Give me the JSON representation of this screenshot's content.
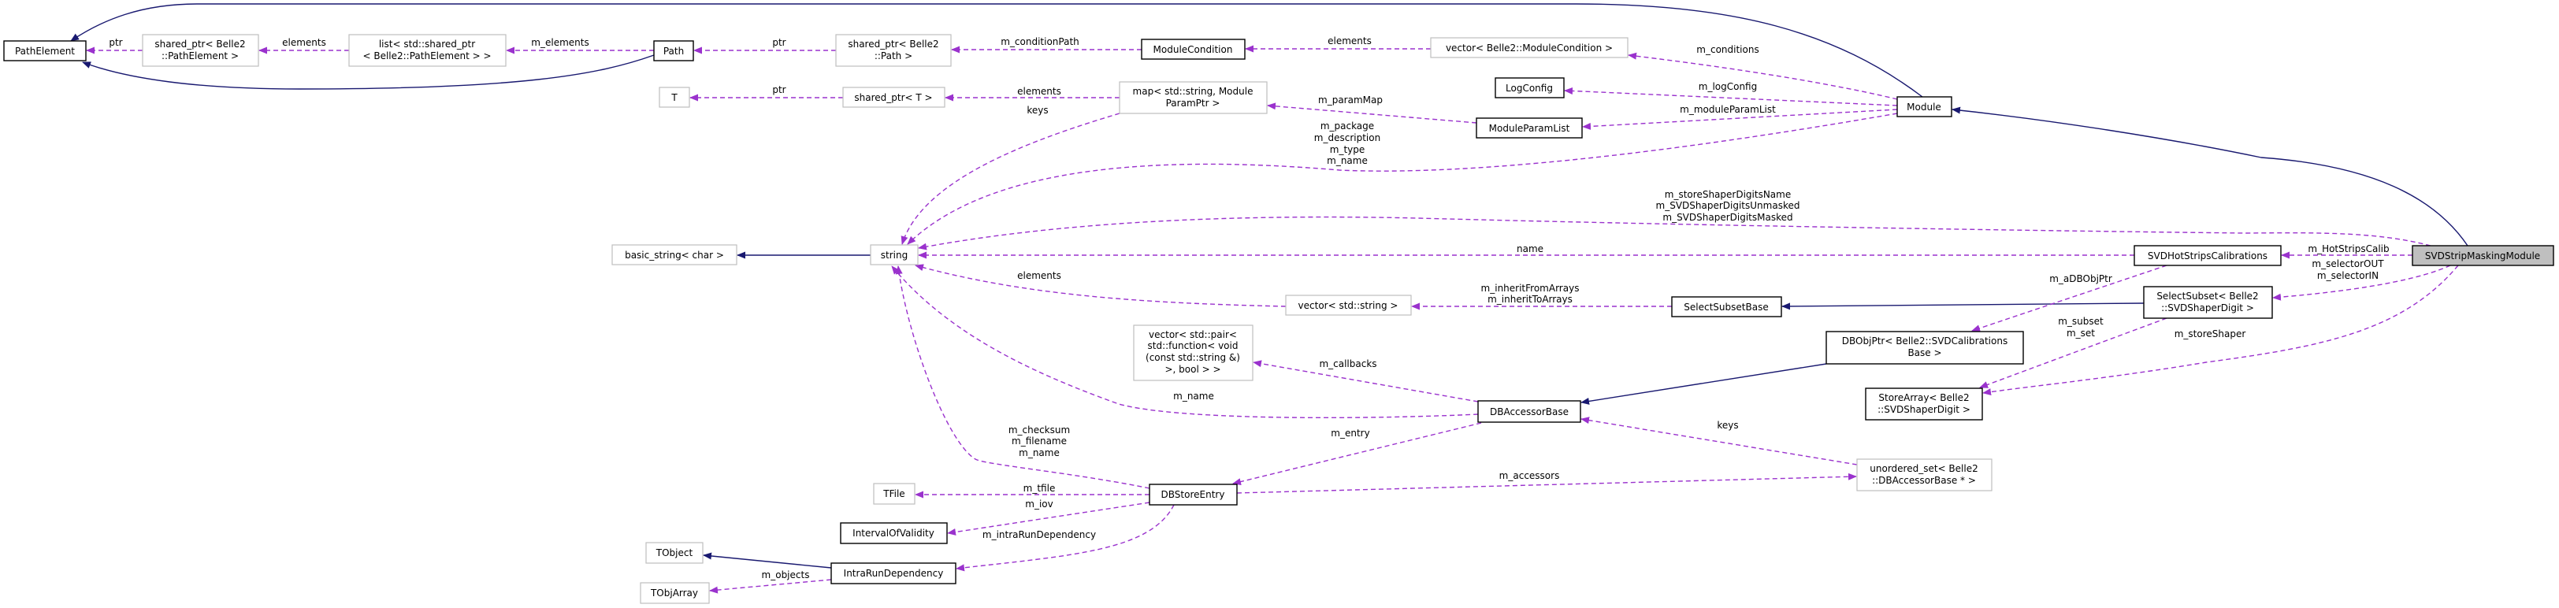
{
  "colors": {
    "inheritance_edge": "#191970",
    "usage_edge": "#9a32cd",
    "focus_node_fill": "#bfbfbf",
    "undocumented_border": "#bfbfbf"
  },
  "nodes": {
    "path_element": {
      "lines": [
        "PathElement"
      ]
    },
    "shared_ptr_pathelement": {
      "lines": [
        "shared_ptr< Belle2",
        "::PathElement >"
      ]
    },
    "list_shared_ptr": {
      "lines": [
        "list< std::shared_ptr",
        "< Belle2::PathElement > >"
      ]
    },
    "path": {
      "lines": [
        "Path"
      ]
    },
    "shared_ptr_path": {
      "lines": [
        "shared_ptr< Belle2",
        "::Path >"
      ]
    },
    "module_condition": {
      "lines": [
        "ModuleCondition"
      ]
    },
    "vector_module_condition": {
      "lines": [
        "vector< Belle2::ModuleCondition >"
      ]
    },
    "log_config": {
      "lines": [
        "LogConfig"
      ]
    },
    "t": {
      "lines": [
        "T"
      ]
    },
    "shared_ptr_t": {
      "lines": [
        "shared_ptr< T >"
      ]
    },
    "map_param": {
      "lines": [
        "map< std::string, Module",
        "ParamPtr >"
      ]
    },
    "module_param_list": {
      "lines": [
        "ModuleParamList"
      ]
    },
    "module": {
      "lines": [
        "Module"
      ]
    },
    "basic_string": {
      "lines": [
        "basic_string< char >"
      ]
    },
    "string": {
      "lines": [
        "string"
      ]
    },
    "svd_hot_strips": {
      "lines": [
        "SVDHotStripsCalibrations"
      ]
    },
    "svd_strip_masking": {
      "lines": [
        "SVDStripMaskingModule"
      ]
    },
    "select_subset": {
      "lines": [
        "SelectSubset< Belle2",
        "::SVDShaperDigit >"
      ]
    },
    "select_subset_base": {
      "lines": [
        "SelectSubsetBase"
      ]
    },
    "vector_string": {
      "lines": [
        "vector< std::string >"
      ]
    },
    "dbobjptr": {
      "lines": [
        "DBObjPtr< Belle2::SVDCalibrations",
        "Base >"
      ]
    },
    "store_array": {
      "lines": [
        "StoreArray< Belle2",
        "::SVDShaperDigit >"
      ]
    },
    "vector_pair": {
      "lines": [
        "vector< std::pair<",
        "std::function< void",
        "(const std::string &)",
        ">, bool > >"
      ]
    },
    "db_accessor_base": {
      "lines": [
        "DBAccessorBase"
      ]
    },
    "unordered_set": {
      "lines": [
        "unordered_set< Belle2",
        "::DBAccessorBase * >"
      ]
    },
    "db_store_entry": {
      "lines": [
        "DBStoreEntry"
      ]
    },
    "tfile": {
      "lines": [
        "TFile"
      ]
    },
    "interval_of_validity": {
      "lines": [
        "IntervalOfValidity"
      ]
    },
    "tobject": {
      "lines": [
        "TObject"
      ]
    },
    "intra_run_dependency": {
      "lines": [
        "IntraRunDependency"
      ]
    },
    "tobjarray": {
      "lines": [
        "TObjArray"
      ]
    }
  },
  "edges": {
    "ptr_pathelement": [
      "ptr"
    ],
    "elements_list": [
      "elements"
    ],
    "m_elements": [
      "m_elements"
    ],
    "ptr_path": [
      "ptr"
    ],
    "m_condition_path": [
      "m_conditionPath"
    ],
    "elements_modcond": [
      "elements"
    ],
    "m_conditions": [
      "m_conditions"
    ],
    "m_log_config": [
      "m_logConfig"
    ],
    "m_module_param_list": [
      "m_moduleParamList"
    ],
    "m_param_map": [
      "m_paramMap"
    ],
    "ptr_t": [
      "ptr"
    ],
    "elements_map": [
      "elements"
    ],
    "keys_map": [
      "keys"
    ],
    "module_strings": [
      "m_package",
      "m_description",
      "m_type",
      "m_name"
    ],
    "svd_strings": [
      "m_storeShaperDigitsName",
      "m_SVDShaperDigitsUnmasked",
      "m_SVDShaperDigitsMasked"
    ],
    "name_hot": [
      "name"
    ],
    "m_hot_strips_calib": [
      "m_HotStripsCalib"
    ],
    "m_selectors": [
      "m_selectorOUT",
      "m_selectorIN"
    ],
    "m_a_dbobjptr": [
      "m_aDBObjPtr"
    ],
    "m_subset_set": [
      "m_subset",
      "m_set"
    ],
    "m_store_shaper": [
      "m_storeShaper"
    ],
    "inherit_arrays": [
      "m_inheritFromArrays",
      "m_inheritToArrays"
    ],
    "elements_vecstring": [
      "elements"
    ],
    "m_callbacks": [
      "m_callbacks"
    ],
    "m_name_dbaccessor": [
      "m_name"
    ],
    "m_entry": [
      "m_entry"
    ],
    "dbstore_strings": [
      "m_checksum",
      "m_filename",
      "m_name"
    ],
    "m_tfile": [
      "m_tfile"
    ],
    "m_iov": [
      "m_iov"
    ],
    "m_intra_run_dependency": [
      "m_intraRunDependency"
    ],
    "m_objects": [
      "m_objects"
    ],
    "m_accessors": [
      "m_accessors"
    ],
    "keys_unordered": [
      "keys"
    ]
  }
}
